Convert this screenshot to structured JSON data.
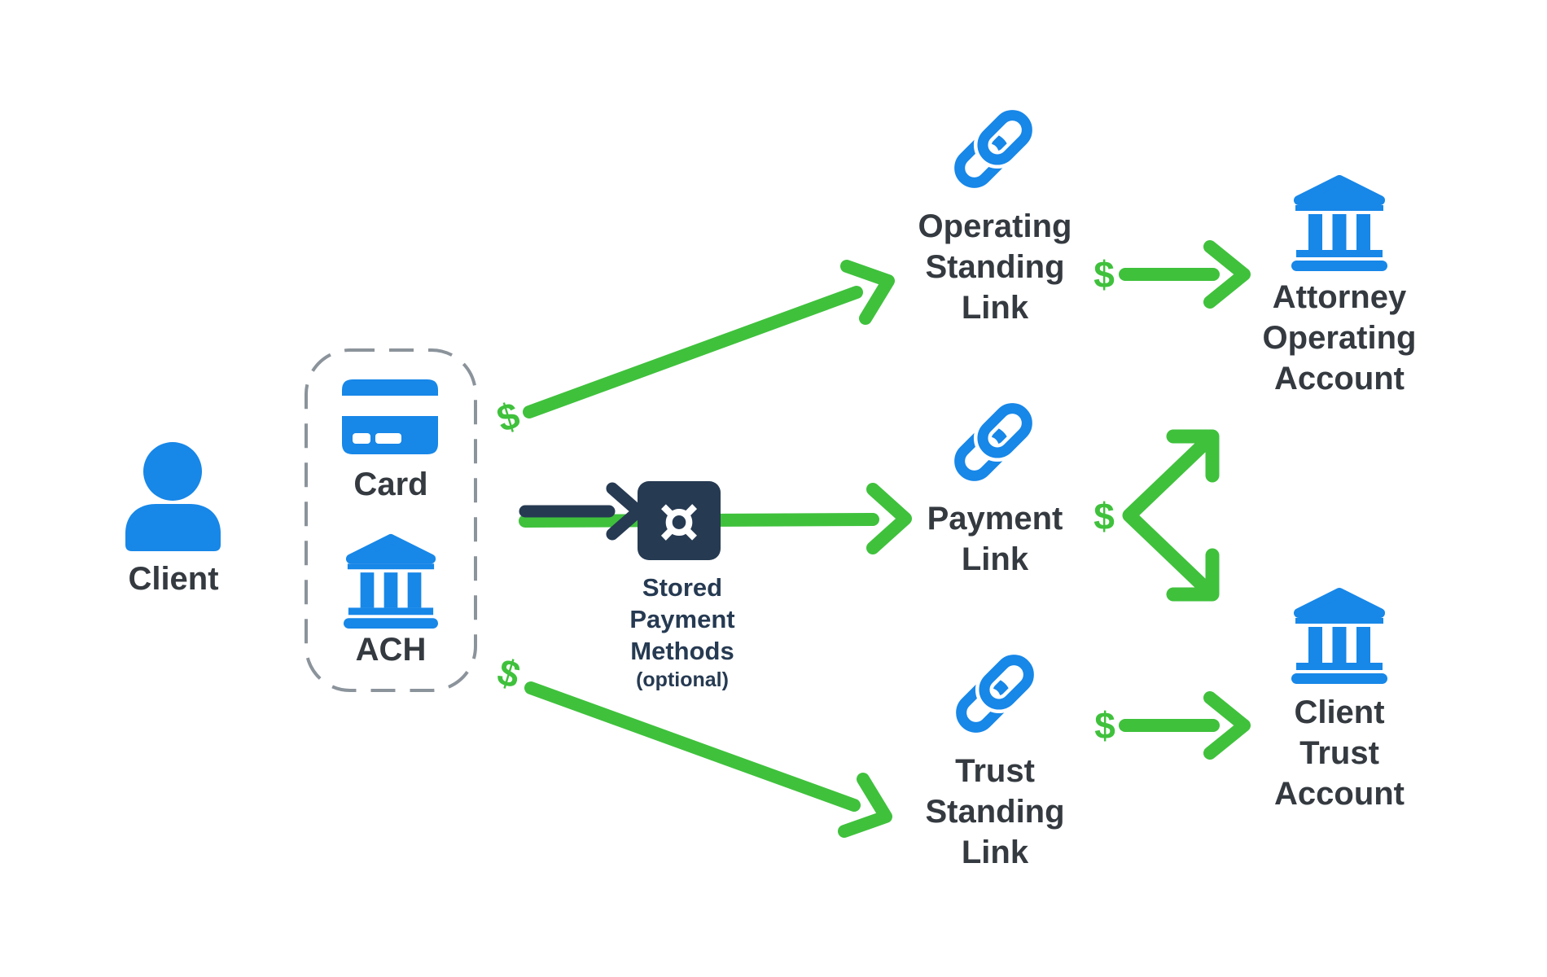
{
  "diagram": {
    "client": {
      "label": "Client"
    },
    "payment_methods_group": {
      "items": [
        {
          "label": "Card",
          "icon": "credit-card-icon"
        },
        {
          "label": "ACH",
          "icon": "bank-icon"
        }
      ]
    },
    "stored_payment": {
      "lines": [
        "Stored",
        "Payment",
        "Methods"
      ],
      "note": "(optional)",
      "symbol": "¤",
      "icon": "currency-box-icon"
    },
    "links": {
      "operating": {
        "lines": [
          "Operating",
          "Standing",
          "Link"
        ],
        "icon": "chain-link-icon"
      },
      "payment": {
        "lines": [
          "Payment",
          "Link"
        ],
        "icon": "chain-link-icon"
      },
      "trust": {
        "lines": [
          "Trust",
          "Standing",
          "Link"
        ],
        "icon": "chain-link-icon"
      }
    },
    "accounts": {
      "attorney": {
        "lines": [
          "Attorney",
          "Operating",
          "Account"
        ],
        "icon": "bank-icon"
      },
      "client_trust": {
        "lines": [
          "Client",
          "Trust",
          "Account"
        ],
        "icon": "bank-icon"
      }
    },
    "client_icon": "person-icon",
    "currency_marker": "$"
  },
  "colors": {
    "blue": "#1787E8",
    "green": "#3FC13C",
    "navy": "#263A52",
    "label_text": "#343A40",
    "dashed_border": "#8B939B",
    "background": "#FFFFFF"
  }
}
